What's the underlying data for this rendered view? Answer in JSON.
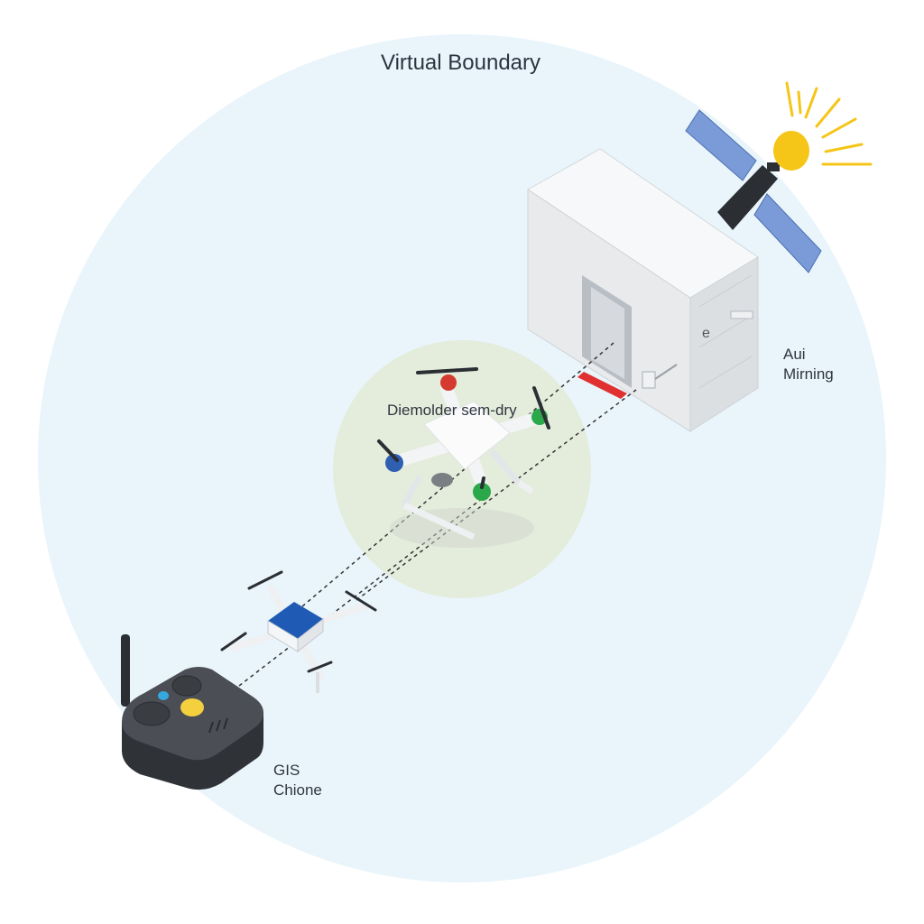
{
  "diagram": {
    "title": "Virtual Boundary",
    "drone_zone_label": "Diemolder sem-dry",
    "building_label": [
      "Aui",
      "Mirning"
    ],
    "controller_label": [
      "GIS",
      "Chione"
    ]
  },
  "colors": {
    "boundary_fill": "#e8f5fb",
    "zone_fill": "#e6eedf",
    "controller_button": "#f4d03f",
    "solar_panel": "#7a9bd8",
    "sun": "#f5c518",
    "alert_strip": "#e03030"
  },
  "icons": {
    "satellite": "satellite-icon",
    "sun": "sun-icon",
    "drone": "quadcopter-icon",
    "controller": "remote-controller-icon"
  }
}
